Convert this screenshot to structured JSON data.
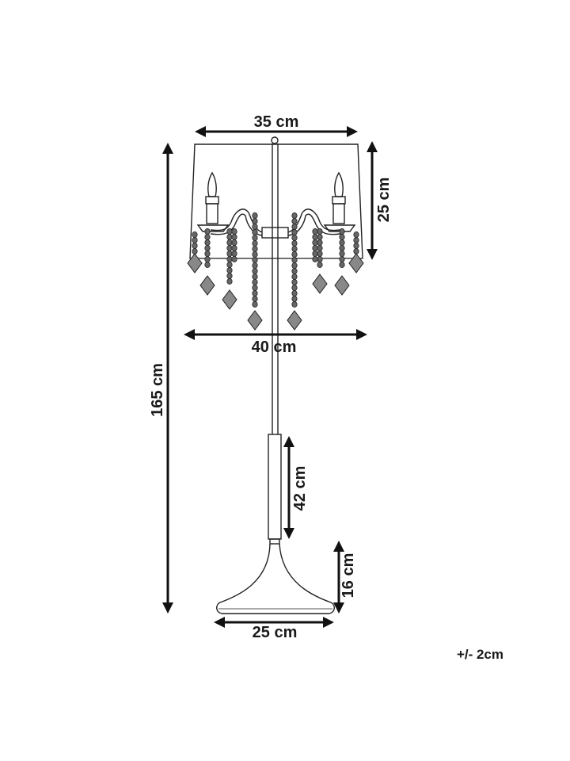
{
  "dimensions": {
    "shade_top_width": "35 cm",
    "shade_height": "25 cm",
    "crystal_span_width": "40 cm",
    "total_height": "165 cm",
    "lower_stem_height": "42 cm",
    "base_height": "16 cm",
    "base_width": "25 cm"
  },
  "tolerance": "+/- 2cm"
}
